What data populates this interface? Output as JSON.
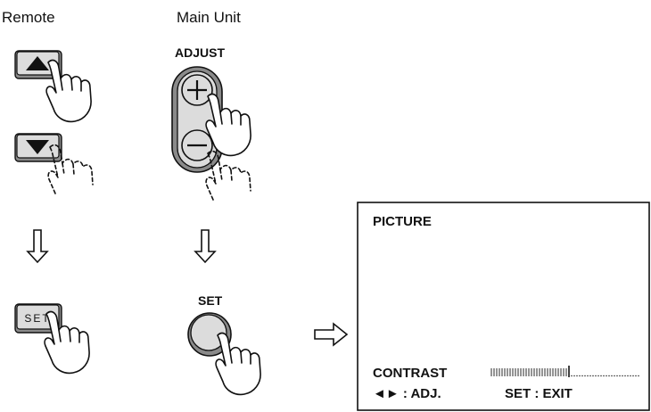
{
  "headers": {
    "remote": "Remote",
    "main_unit": "Main Unit"
  },
  "main_unit": {
    "adjust_label": "ADJUST",
    "set_label": "SET"
  },
  "remote": {
    "set_key_label": "SET"
  },
  "osd": {
    "title": "PICTURE",
    "item_label": "CONTRAST",
    "contrast_level": 0.52,
    "footer_adjust": "◄► : ADJ.",
    "footer_exit": "SET : EXIT"
  },
  "colors": {
    "button_face": "#dcdcdc",
    "button_shadow": "#8a8a8a",
    "ink": "#111111"
  },
  "icons": {
    "up_key": "triangle-up-icon",
    "down_key": "triangle-down-icon",
    "plus": "plus-icon",
    "minus": "minus-icon",
    "flow_down": "arrow-down-outline-icon",
    "flow_right": "arrow-right-outline-icon",
    "hand": "pointing-hand-icon"
  }
}
